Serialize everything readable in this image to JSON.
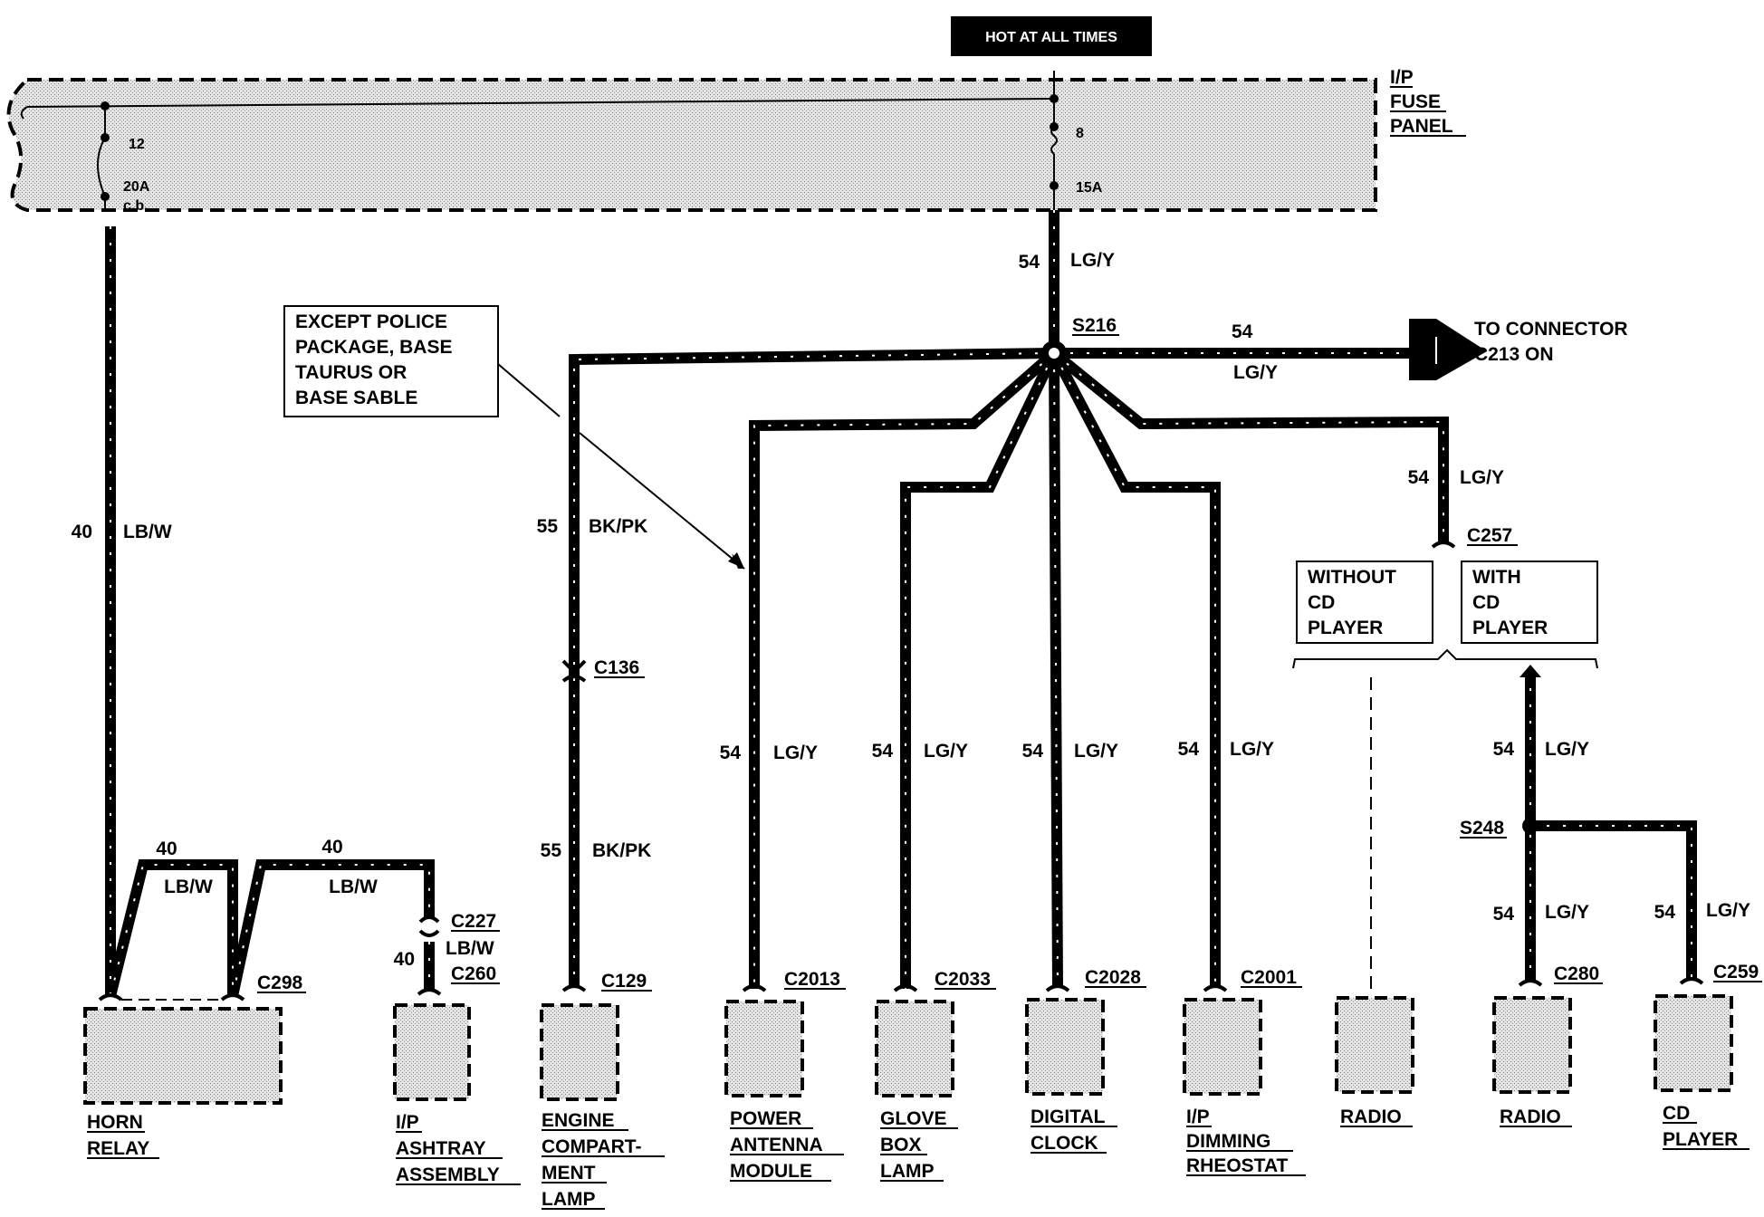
{
  "hot_label": "HOT AT ALL TIMES",
  "fuse_panel": {
    "lines": [
      "I/P",
      "FUSE",
      "PANEL"
    ],
    "fuse_left_num": "12",
    "fuse_left_rating": "20A",
    "fuse_left_type": "c.b.",
    "fuse_right_num": "8",
    "fuse_right_rating": "15A"
  },
  "callouts": {
    "except": [
      "EXCEPT POLICE",
      "PACKAGE, BASE",
      "TAURUS OR",
      "BASE SABLE"
    ],
    "without_cd": [
      "WITHOUT",
      "CD",
      "PLAYER"
    ],
    "with_cd": [
      "WITH",
      "CD",
      "PLAYER"
    ]
  },
  "to_connector": [
    "TO CONNECTOR",
    "C213 ON"
  ],
  "splices": {
    "s216": "S216",
    "s248": "S248"
  },
  "wire_labels": {
    "w54": "54",
    "w55": "55",
    "w40": "40",
    "lgy": "LG/Y",
    "bkpk": "BK/PK",
    "lbw": "LB/W"
  },
  "connectors": {
    "c136": "C136",
    "c257": "C257",
    "c298": "C298",
    "c227": "C227",
    "c260": "C260",
    "c129": "C129",
    "c2013": "C2013",
    "c2033": "C2033",
    "c2028": "C2028",
    "c2001": "C2001",
    "c280": "C280",
    "c259": "C259"
  },
  "components": {
    "horn_relay": [
      "HORN",
      "RELAY"
    ],
    "ashtray": [
      "I/P",
      "ASHTRAY",
      "ASSEMBLY"
    ],
    "engine_lamp": [
      "ENGINE",
      "COMPART-",
      "MENT",
      "LAMP"
    ],
    "antenna": [
      "POWER",
      "ANTENNA",
      "MODULE"
    ],
    "glove_box": [
      "GLOVE",
      "BOX",
      "LAMP"
    ],
    "clock": [
      "DIGITAL",
      "CLOCK"
    ],
    "rheostat": [
      "I/P",
      "DIMMING",
      "RHEOSTAT"
    ],
    "radio_without": [
      "RADIO"
    ],
    "radio_with": [
      "RADIO"
    ],
    "cd_player": [
      "CD",
      "PLAYER"
    ]
  }
}
